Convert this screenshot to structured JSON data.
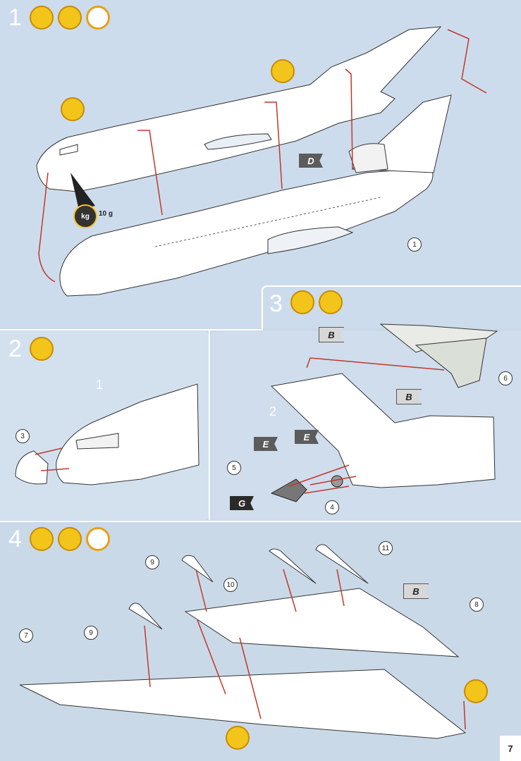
{
  "page_number": "7",
  "steps": [
    {
      "number": "1",
      "icons": [
        "glue-icon",
        "paint-brush-icon",
        "clock-icon"
      ]
    },
    {
      "number": "2",
      "icons": [
        "glue-icon"
      ]
    },
    {
      "number": "3",
      "icons": [
        "glue-icon",
        "paint-brush-icon"
      ]
    },
    {
      "number": "4",
      "icons": [
        "glue-icon",
        "paint-brush-icon",
        "clock-icon"
      ]
    }
  ],
  "step1": {
    "weight_label": "10 g",
    "weight_icon_text": "kg",
    "flag_d": "D",
    "callout_1": "1"
  },
  "step2": {
    "callout_3": "3",
    "label_1": "1"
  },
  "step3": {
    "flag_b_top": "B",
    "flag_b_bottom": "B",
    "flag_e_left": "E",
    "flag_e_right": "E",
    "flag_g": "G",
    "callout_6": "6",
    "callout_5": "5",
    "callout_4": "4",
    "label_2": "2"
  },
  "step4": {
    "callout_9a": "9",
    "callout_9b": "9",
    "callout_10": "10",
    "callout_11": "11",
    "callout_8": "8",
    "callout_7": "7",
    "flag_b": "B"
  }
}
